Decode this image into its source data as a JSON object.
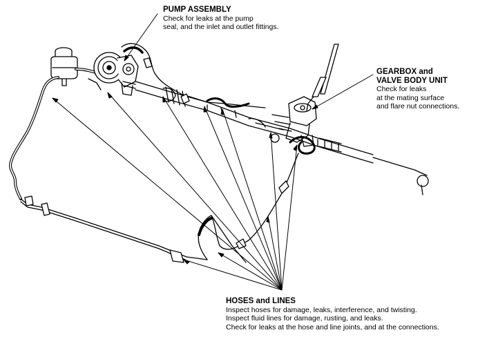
{
  "callouts": {
    "pump": {
      "title": "PUMP ASSEMBLY",
      "lines": [
        "Check for leaks at the pump",
        "seal, and the inlet and outlet fittings."
      ]
    },
    "gearbox": {
      "title_lines": [
        "GEARBOX and",
        "VALVE BODY UNIT"
      ],
      "lines": [
        "Check for leaks",
        "at the mating surface",
        "and flare nut connections."
      ]
    },
    "hoses": {
      "title": "HOSES and LINES",
      "lines": [
        "Inspect hoses for damage, leaks, interference, and twisting.",
        "Inspect fluid lines for damage, rusting, and leaks.",
        "Check for leaks at the hose and line joints, and at the connections."
      ]
    }
  },
  "colors": {
    "ink": "#000000",
    "background": "#ffffff"
  }
}
